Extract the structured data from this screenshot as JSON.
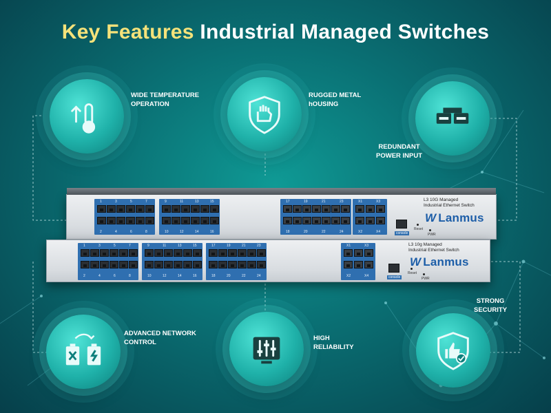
{
  "title": {
    "highlight": "Key Features",
    "rest": " Industrial Managed Switches"
  },
  "colors": {
    "accent": "#f5e27a",
    "port_strip": "#2f6fb0",
    "brand": "#1d5ea8"
  },
  "features": [
    {
      "label": "WIDE TEMPERATURE\nOPERATION",
      "icon": "thermometer-icon"
    },
    {
      "label": "RUGGED METAL\nhOUSING",
      "icon": "shield-fist-icon"
    },
    {
      "label": "REDUNDANT\nPOWER INPUT",
      "icon": "power-supply-icon"
    },
    {
      "label": "ADVANCED NETWORK\nCONTROL",
      "icon": "battery-swap-icon"
    },
    {
      "label": "HIGH\nRELIABILITY",
      "icon": "sliders-icon"
    },
    {
      "label": "STRONG\nSECURITY",
      "icon": "shield-thumbs-up-icon"
    }
  ],
  "switch_back": {
    "model_line1": "L3 10G Managed",
    "model_line2": "Industrial Ethernet Switch",
    "brand": "Lanmus",
    "console": "console",
    "reset": "Reset",
    "pwr": "PWR",
    "top_numbers": [
      "1",
      "3",
      "5",
      "7",
      "9",
      "11",
      "13",
      "15",
      "17",
      "19",
      "21",
      "23",
      "X1",
      "X3"
    ],
    "bottom_numbers": [
      "2",
      "4",
      "6",
      "8",
      "10",
      "12",
      "14",
      "16",
      "18",
      "20",
      "22",
      "24",
      "X2",
      "X4"
    ]
  },
  "switch_front": {
    "model_line1": "L3 10g Managed",
    "model_line2": "Industrial Ethernet Switch",
    "brand": "Lanmus",
    "console": "console",
    "reset": "Reset",
    "pwr": "PWR",
    "top_numbers": [
      "1",
      "3",
      "5",
      "7",
      "9",
      "11",
      "13",
      "15",
      "17",
      "19",
      "21",
      "23",
      "X1",
      "X3"
    ],
    "bottom_numbers": [
      "2",
      "4",
      "6",
      "8",
      "10",
      "12",
      "14",
      "16",
      "18",
      "20",
      "22",
      "24",
      "X2",
      "X4"
    ]
  }
}
